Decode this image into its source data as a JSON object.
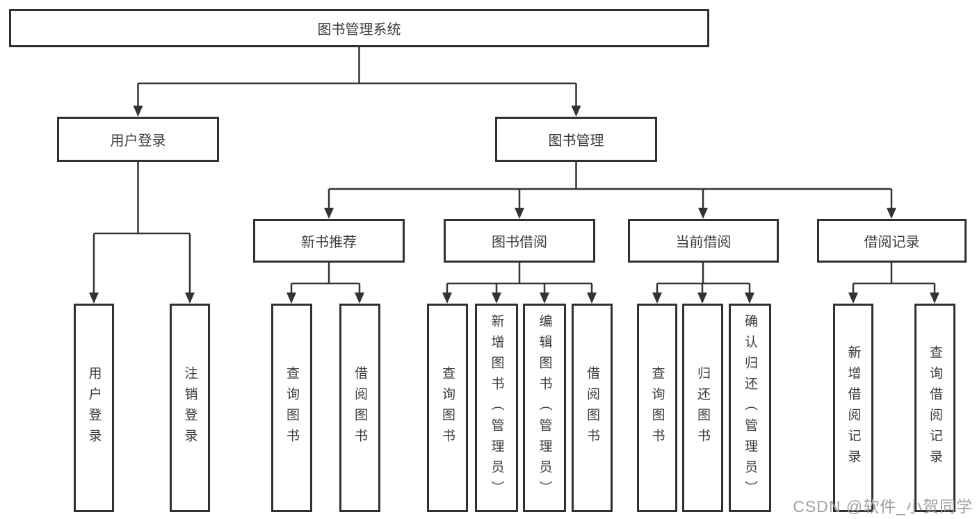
{
  "diagram": {
    "title": "图书管理系统",
    "children": [
      {
        "label": "用户登录",
        "children": [
          {
            "label": "用户登录"
          },
          {
            "label": "注销登录"
          }
        ]
      },
      {
        "label": "图书管理",
        "children": [
          {
            "label": "新书推荐",
            "children": [
              {
                "label": "查询图书"
              },
              {
                "label": "借阅图书"
              }
            ]
          },
          {
            "label": "图书借阅",
            "children": [
              {
                "label": "查询图书"
              },
              {
                "label": "新增图书（管理员）"
              },
              {
                "label": "编辑图书（管理员）"
              },
              {
                "label": "借阅图书"
              }
            ]
          },
          {
            "label": "当前借阅",
            "children": [
              {
                "label": "查询图书"
              },
              {
                "label": "归还图书"
              },
              {
                "label": "确认归还（管理员）"
              }
            ]
          },
          {
            "label": "借阅记录",
            "children": [
              {
                "label": "新增借阅记录"
              },
              {
                "label": "查询借阅记录"
              }
            ]
          }
        ]
      }
    ]
  },
  "watermark": {
    "text": "CSDN @软件_小贺同学",
    "color": "#a0a0a0"
  },
  "colors": {
    "line": "#333333",
    "box_border": "#303030",
    "text": "#3b3b3b",
    "background": "#ffffff"
  }
}
